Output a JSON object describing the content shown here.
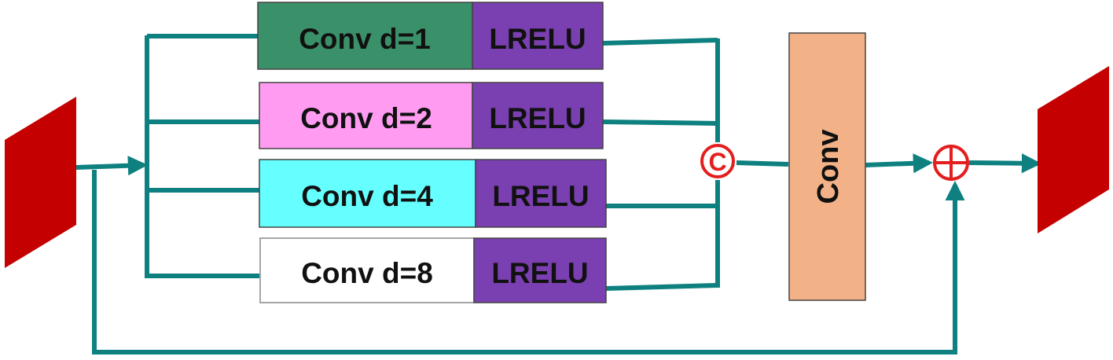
{
  "branches": [
    {
      "conv_label": "Conv d=1",
      "act_label": "LRELU",
      "conv_color": "#3a9169"
    },
    {
      "conv_label": "Conv d=2",
      "act_label": "LRELU",
      "conv_color": "#ff9cf2"
    },
    {
      "conv_label": "Conv d=4",
      "act_label": "LRELU",
      "conv_color": "#66ffff"
    },
    {
      "conv_label": "Conv d=8",
      "act_label": "LRELU",
      "conv_color": "#ffffff"
    }
  ],
  "fusion": {
    "label": "Conv",
    "color": "#f2b186"
  },
  "concat_symbol": "C",
  "add_symbol": "+",
  "colors": {
    "line": "#0f8080",
    "feature_map": "#c40000",
    "activation": "#7a3fb0",
    "operator": "#e41e1e"
  }
}
